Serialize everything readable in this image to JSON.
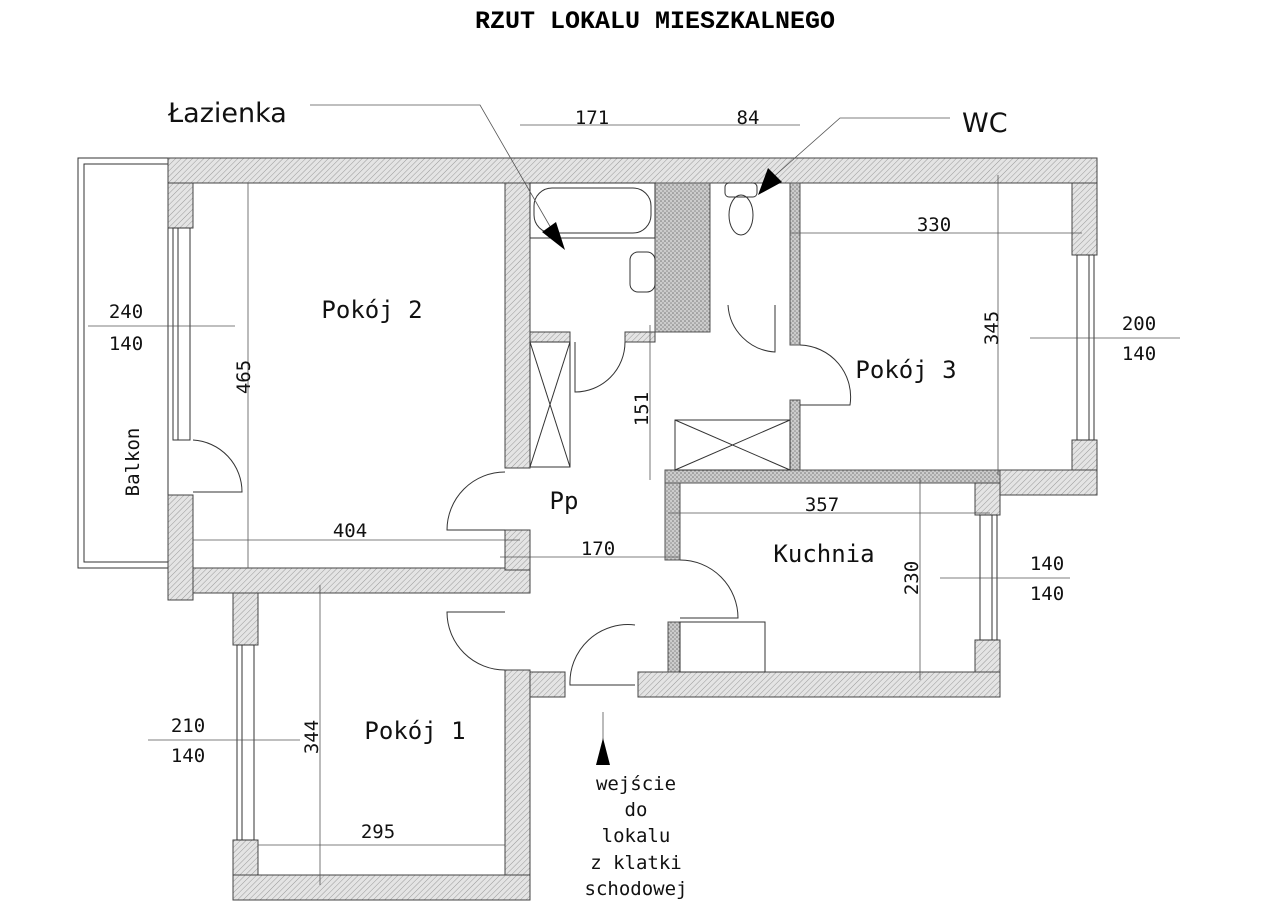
{
  "title": "RZUT LOKALU MIESZKALNEGO",
  "rooms": {
    "pokoj1": "Pokój 1",
    "pokoj2": "Pokój 2",
    "pokoj3": "Pokój 3",
    "kuchnia": "Kuchnia",
    "pp": "Pp",
    "balkon": "Balkon"
  },
  "callouts": {
    "lazienka": "Łazienka",
    "wc": "WC"
  },
  "entrance": [
    "wejście",
    "do",
    "lokalu",
    "z klatki",
    "schodowej"
  ],
  "dimensions": {
    "top_171": "171",
    "top_84": "84",
    "p2_width": "404",
    "p2_height": "465",
    "p3_width": "330",
    "p3_height": "345",
    "kitchen_width": "357",
    "kitchen_height": "230",
    "pp_width": "170",
    "pp_height": "151",
    "p1_width": "295",
    "p1_height": "344"
  },
  "windows": {
    "p2": [
      "240",
      "140"
    ],
    "p3": [
      "200",
      "140"
    ],
    "kitchen": [
      "140",
      "140"
    ],
    "p1": [
      "210",
      "140"
    ]
  }
}
